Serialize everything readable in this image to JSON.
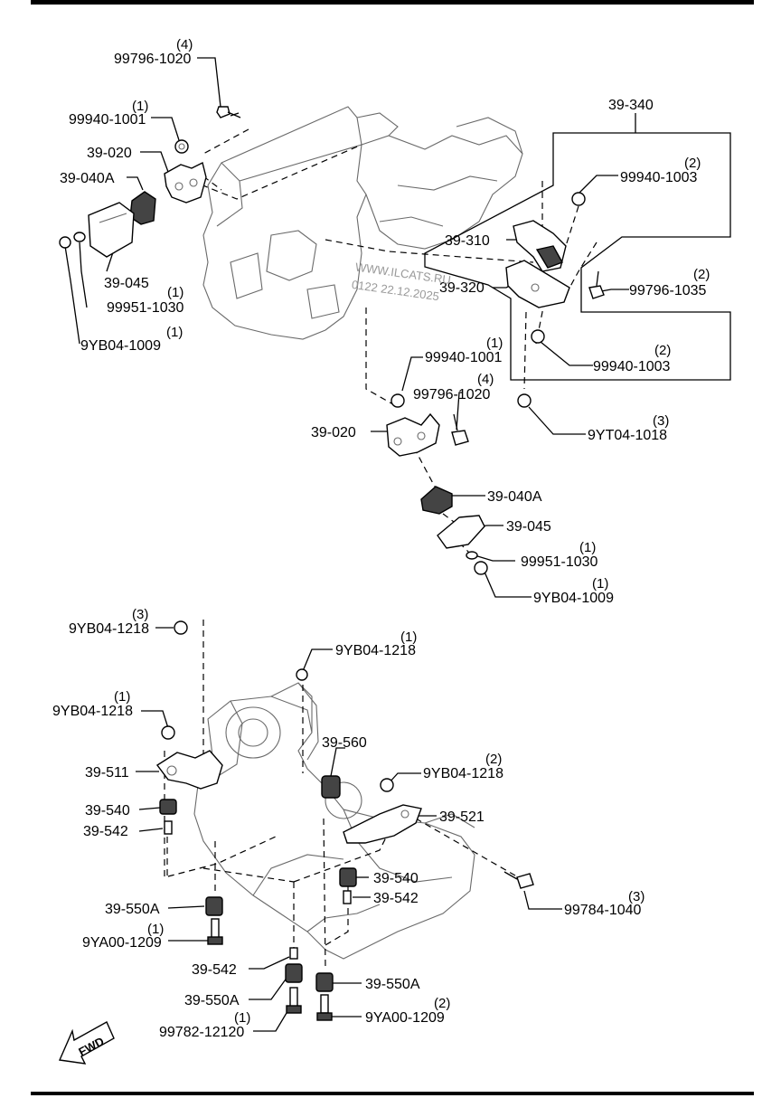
{
  "labels": {
    "l_99796_1020_top": "99796-1020",
    "q_99796_1020_top": "(4)",
    "l_99940_1001_top": "99940-1001",
    "q_99940_1001_top": "(1)",
    "l_39_020_top": "39-020",
    "l_39_040A_top": "39-040A",
    "l_39_045_top": "39-045",
    "l_99951_1030_top": "99951-1030",
    "q_99951_1030_top": "(1)",
    "l_9YB04_1009_top": "9YB04-1009",
    "q_9YB04_1009_top": "(1)",
    "l_39_340": "39-340",
    "l_99940_1003_a": "99940-1003",
    "q_99940_1003_a": "(2)",
    "l_39_310": "39-310",
    "l_39_320": "39-320",
    "l_99796_1035": "99796-1035",
    "q_99796_1035": "(2)",
    "l_99940_1003_b": "99940-1003",
    "q_99940_1003_b": "(2)",
    "l_9YT04_1018": "9YT04-1018",
    "q_9YT04_1018": "(3)",
    "l_99940_1001_mid": "99940-1001",
    "q_99940_1001_mid": "(1)",
    "l_99796_1020_mid": "99796-1020",
    "q_99796_1020_mid": "(4)",
    "l_39_020_mid": "39-020",
    "l_39_040A_mid": "39-040A",
    "l_39_045_mid": "39-045",
    "l_99951_1030_mid": "99951-1030",
    "q_99951_1030_mid": "(1)",
    "l_9YB04_1009_mid": "9YB04-1009",
    "q_9YB04_1009_mid": "(1)",
    "l_9YB04_1218_a": "9YB04-1218",
    "q_9YB04_1218_a": "(3)",
    "l_9YB04_1218_b": "9YB04-1218",
    "q_9YB04_1218_b": "(1)",
    "l_9YB04_1218_c": "9YB04-1218",
    "q_9YB04_1218_c": "(1)",
    "l_39_560": "39-560",
    "l_9YB04_1218_d": "9YB04-1218",
    "q_9YB04_1218_d": "(2)",
    "l_39_511": "39-511",
    "l_39_540_a": "39-540",
    "l_39_542_a": "39-542",
    "l_39_521": "39-521",
    "l_39_540_b": "39-540",
    "l_39_542_b": "39-542",
    "l_99784_1040": "99784-1040",
    "q_99784_1040": "(3)",
    "l_39_550A_a": "39-550A",
    "l_9YA00_1209_a": "9YA00-1209",
    "q_9YA00_1209_a": "(1)",
    "l_39_542_c": "39-542",
    "l_39_550A_b": "39-550A",
    "l_39_550A_c": "39-550A",
    "l_99782_12120": "99782-12120",
    "q_99782_12120": "(1)",
    "l_9YA00_1209_b": "9YA00-1209",
    "q_9YA00_1209_b": "(2)",
    "fwd": "FWD"
  },
  "watermark": {
    "line1": "WWW.ILCATS.RU",
    "line2": "0122 22.12.2025"
  }
}
